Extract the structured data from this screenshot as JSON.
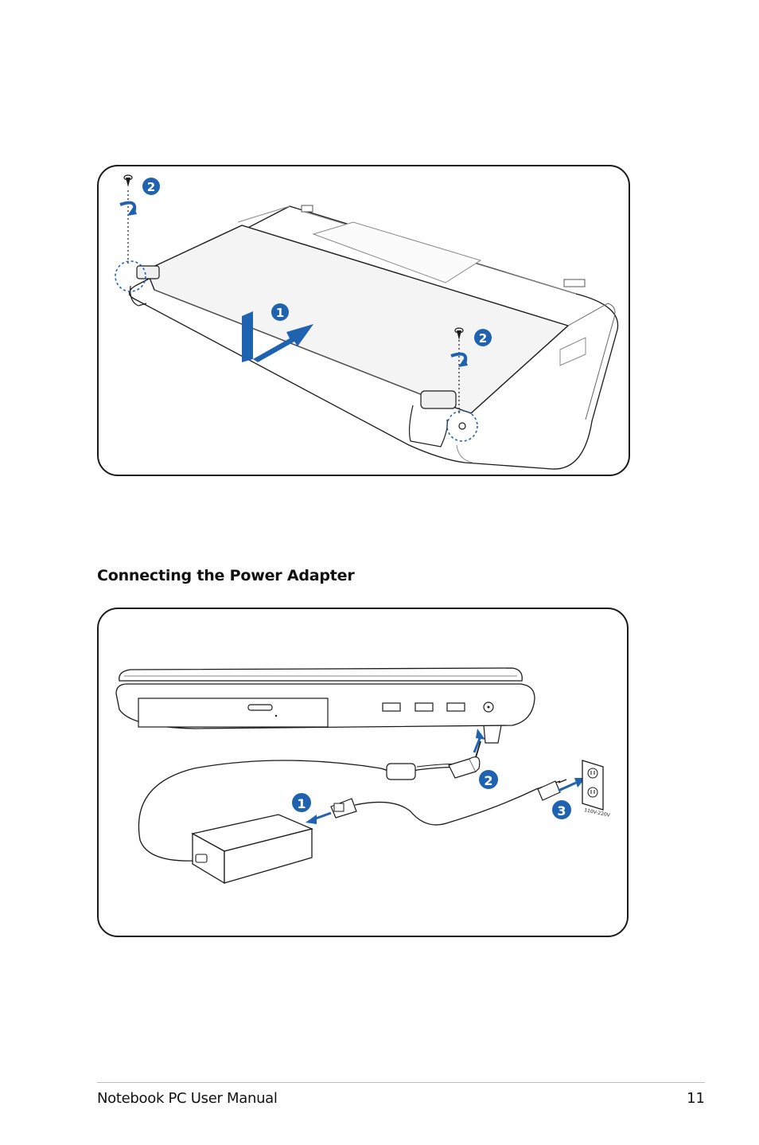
{
  "section": {
    "heading": "Connecting the Power Adapter"
  },
  "battery_figure": {
    "steps": {
      "slide": "1",
      "screw_left": "2",
      "screw_right": "2"
    }
  },
  "power_figure": {
    "steps": {
      "adapter_cord": "1",
      "dc_plug": "2",
      "wall_plug": "3"
    },
    "outlet_label": "110V-220V"
  },
  "footer": {
    "title": "Notebook PC User Manual",
    "page": "11"
  },
  "colors": {
    "badge": "#1f63b0",
    "arrow": "#1f63b0",
    "line": "#1a1a1a"
  }
}
